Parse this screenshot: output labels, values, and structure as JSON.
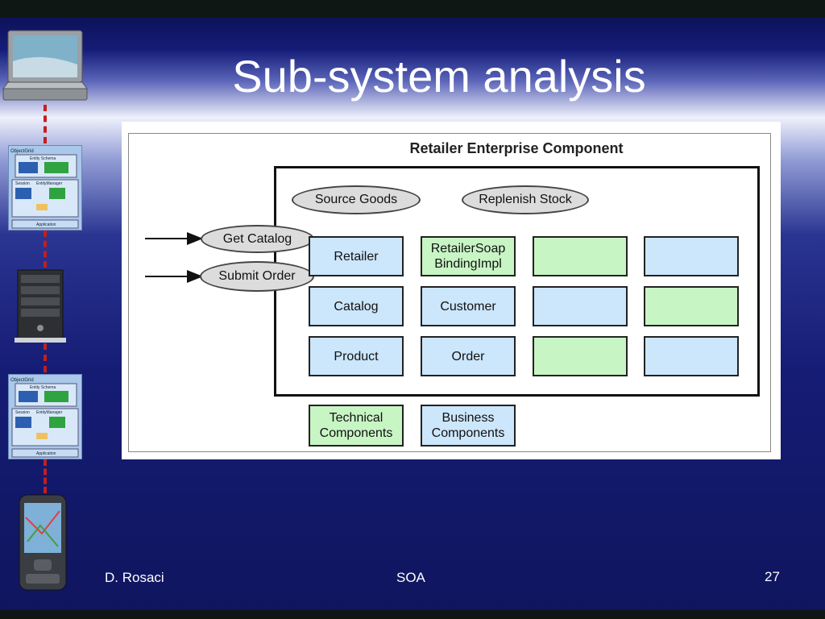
{
  "slide": {
    "title": "Sub-system analysis",
    "footer_left": "D. Rosaci",
    "footer_center": "SOA",
    "page_number": "27"
  },
  "diagram": {
    "title": "Retailer Enterprise Component",
    "interfaces": [
      "Get Catalog",
      "Submit Order"
    ],
    "processes": [
      "Source Goods",
      "Replenish Stock"
    ],
    "components": [
      {
        "label": "Retailer",
        "color": "#cce6fb"
      },
      {
        "label": "RetailerSoap\nBindingImpl",
        "color": "#c8f5c4"
      },
      {
        "label": "",
        "color": "#c8f5c4"
      },
      {
        "label": "",
        "color": "#cce6fb"
      },
      {
        "label": "Catalog",
        "color": "#cce6fb"
      },
      {
        "label": "Customer",
        "color": "#cce6fb"
      },
      {
        "label": "",
        "color": "#cce6fb"
      },
      {
        "label": "",
        "color": "#c8f5c4"
      },
      {
        "label": "Product",
        "color": "#cce6fb"
      },
      {
        "label": "Order",
        "color": "#cce6fb"
      },
      {
        "label": "",
        "color": "#c8f5c4"
      },
      {
        "label": "",
        "color": "#cce6fb"
      }
    ],
    "legend": [
      {
        "label": "Technical\nComponents",
        "color": "#c8f5c4"
      },
      {
        "label": "Business\nComponents",
        "color": "#cce6fb"
      }
    ]
  },
  "decorations": {
    "icons": [
      "laptop-icon",
      "objectgrid-thumbnail",
      "server-icon",
      "objectgrid-thumbnail",
      "mobile-phone-icon"
    ],
    "thumbnail_texts": [
      "ObjectGrid",
      "Entity Schema",
      "Session",
      "EntityManager",
      "Application"
    ]
  }
}
